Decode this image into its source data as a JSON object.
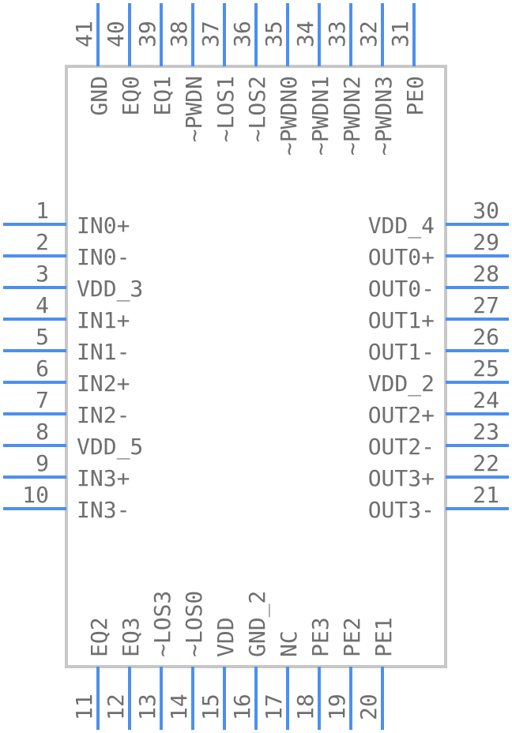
{
  "colors": {
    "pin": "#4d8ff0",
    "body_stroke": "#c7c7c7",
    "text": "#6f6f6f",
    "background": "#ffffff"
  },
  "left_pins": [
    {
      "num": "1",
      "label": "IN0+"
    },
    {
      "num": "2",
      "label": "IN0-"
    },
    {
      "num": "3",
      "label": "VDD_3"
    },
    {
      "num": "4",
      "label": "IN1+"
    },
    {
      "num": "5",
      "label": "IN1-"
    },
    {
      "num": "6",
      "label": "IN2+"
    },
    {
      "num": "7",
      "label": "IN2-"
    },
    {
      "num": "8",
      "label": "VDD_5"
    },
    {
      "num": "9",
      "label": "IN3+"
    },
    {
      "num": "10",
      "label": "IN3-"
    }
  ],
  "right_pins": [
    {
      "num": "30",
      "label": "VDD_4"
    },
    {
      "num": "29",
      "label": "OUT0+"
    },
    {
      "num": "28",
      "label": "OUT0-"
    },
    {
      "num": "27",
      "label": "OUT1+"
    },
    {
      "num": "26",
      "label": "OUT1-"
    },
    {
      "num": "25",
      "label": "VDD_2"
    },
    {
      "num": "24",
      "label": "OUT2+"
    },
    {
      "num": "23",
      "label": "OUT2-"
    },
    {
      "num": "22",
      "label": "OUT3+"
    },
    {
      "num": "21",
      "label": "OUT3-"
    }
  ],
  "top_pins": [
    {
      "num": "41",
      "label": "GND"
    },
    {
      "num": "40",
      "label": "EQ0"
    },
    {
      "num": "39",
      "label": "EQ1"
    },
    {
      "num": "38",
      "label": "~PWDN"
    },
    {
      "num": "37",
      "label": "~LOS1"
    },
    {
      "num": "36",
      "label": "~LOS2"
    },
    {
      "num": "35",
      "label": "~PWDN0"
    },
    {
      "num": "34",
      "label": "~PWDN1"
    },
    {
      "num": "33",
      "label": "~PWDN2"
    },
    {
      "num": "32",
      "label": "~PWDN3"
    },
    {
      "num": "31",
      "label": "PE0"
    }
  ],
  "bottom_pins": [
    {
      "num": "11",
      "label": "EQ2"
    },
    {
      "num": "12",
      "label": "EQ3"
    },
    {
      "num": "13",
      "label": "~LOS3"
    },
    {
      "num": "14",
      "label": "~LOS0"
    },
    {
      "num": "15",
      "label": "VDD"
    },
    {
      "num": "16",
      "label": "GND_2"
    },
    {
      "num": "17",
      "label": "NC"
    },
    {
      "num": "18",
      "label": "PE3"
    },
    {
      "num": "19",
      "label": "PE2"
    },
    {
      "num": "20",
      "label": "PE1"
    }
  ]
}
